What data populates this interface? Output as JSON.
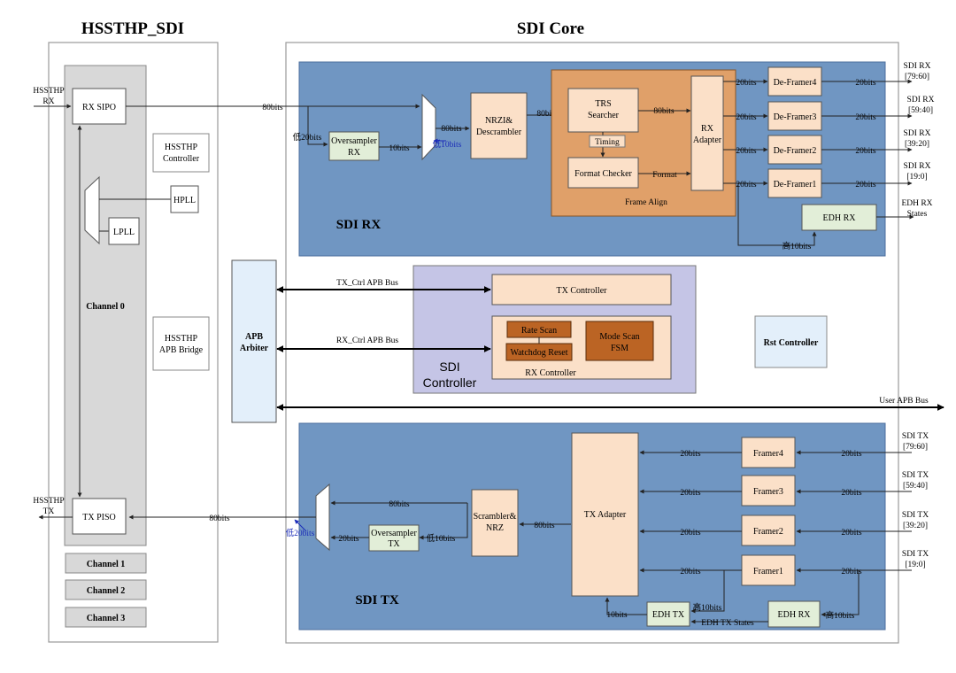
{
  "titles": {
    "left": "HSSTHP_SDI",
    "right": "SDI  Core"
  },
  "left": {
    "rx_in": [
      "HSSTHP",
      "RX"
    ],
    "tx_out": [
      "HSSTHP",
      "TX"
    ],
    "rx_sipo": "RX SIPO",
    "tx_piso": "TX PISO",
    "controller": [
      "HSSTHP",
      "Controller"
    ],
    "hpll": "HPLL",
    "lpll": "LPLL",
    "channel0": "Channel 0",
    "apb_bridge": [
      "HSSTHP",
      "APB Bridge"
    ],
    "channels": [
      "Channel 1",
      "Channel 2",
      "Channel 3"
    ]
  },
  "apb_arbiter": [
    "APB",
    "Arbiter"
  ],
  "rx": {
    "label": "SDI RX",
    "oversampler": [
      "Oversampler",
      "RX"
    ],
    "nrzi": [
      "NRZI&",
      "Descrambler"
    ],
    "trs": [
      "TRS",
      "Searcher"
    ],
    "timing": "Timing",
    "format_checker": "Format Checker",
    "format": "Format",
    "rx_adapter": [
      "RX",
      "Adapter"
    ],
    "frame_align": "Frame Align",
    "deframers": [
      "De-Framer4",
      "De-Framer3",
      "De-Framer2",
      "De-Framer1"
    ],
    "edh_rx": "EDH  RX",
    "edh_states": [
      "EDH RX",
      "States"
    ],
    "outputs": [
      [
        "SDI RX",
        "[79:60]"
      ],
      [
        "SDI RX",
        "[59:40]"
      ],
      [
        "SDI RX",
        "[39:20]"
      ],
      [
        "SDI RX",
        "[19:0]"
      ]
    ],
    "w80": "80bits",
    "w20": "20bits",
    "w10": "10bits",
    "low20": "低20bits",
    "low10": "低10bits",
    "high10": "高10bits"
  },
  "ctrl": {
    "tx_bus": "TX_Ctrl  APB Bus",
    "rx_bus": "RX_Ctrl  APB Bus",
    "tx_controller": "TX Controller",
    "rate_scan": "Rate Scan",
    "watchdog": "Watchdog Reset",
    "mode_scan": [
      "Mode Scan",
      "FSM"
    ],
    "rx_controller": "RX Controller",
    "sdi_controller": [
      "SDI",
      "Controller"
    ],
    "rst": "Rst Controller",
    "user_apb": "User APB Bus"
  },
  "tx": {
    "label": "SDI TX",
    "oversampler": [
      "Oversampler",
      "TX"
    ],
    "scrambler": [
      "Scrambler&",
      "NRZ"
    ],
    "tx_adapter": "TX Adapter",
    "framers": [
      "Framer4",
      "Framer3",
      "Framer2",
      "Framer1"
    ],
    "edh_tx": "EDH TX",
    "edh_rx": "EDH RX",
    "edh_tx_states": "EDH TX States",
    "inputs": [
      [
        "SDI TX",
        "[79:60]"
      ],
      [
        "SDI TX",
        "[59:40]"
      ],
      [
        "SDI TX",
        "[39:20]"
      ],
      [
        "SDI TX",
        "[19:0]"
      ]
    ],
    "w80": "80bits",
    "w20": "20bits",
    "w10": "10bits",
    "low20": "低20bits",
    "low10": "低10bits",
    "high10": "高10bits"
  },
  "colors": {
    "rx_tx_bg": "#7096c2",
    "frame_align": "#e0a069",
    "peach": "#fbe0c8",
    "green": "#e2eed8",
    "ctrl_bg": "#c5c5e6",
    "dark_orange": "#bb6424",
    "light_blue": "#e3effa",
    "grey": "#d8d8d8"
  }
}
